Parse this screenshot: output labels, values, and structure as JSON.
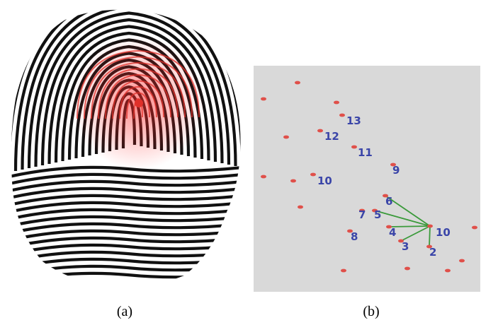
{
  "captions": {
    "a": "(a)",
    "b": "(b)"
  },
  "colors": {
    "ridge": "#111111",
    "core_highlight": "#e0302a",
    "panel_bg": "#d9d9d9",
    "minutia_dot": "#e0504a",
    "minutia_label": "#3a45a8",
    "edge": "#3a9a3a"
  },
  "panel_b": {
    "labeled_minutiae": [
      {
        "id": "13",
        "label": "13"
      },
      {
        "id": "12",
        "label": "12"
      },
      {
        "id": "11",
        "label": "11"
      },
      {
        "id": "10a",
        "label": "10"
      },
      {
        "id": "9",
        "label": "9"
      },
      {
        "id": "6",
        "label": "6"
      },
      {
        "id": "7",
        "label": "7"
      },
      {
        "id": "5",
        "label": "5"
      },
      {
        "id": "8",
        "label": "8"
      },
      {
        "id": "4",
        "label": "4"
      },
      {
        "id": "3",
        "label": "3"
      },
      {
        "id": "2",
        "label": "2"
      },
      {
        "id": "10b",
        "label": "10"
      }
    ],
    "edges_from": "10b",
    "edges_to": [
      "6",
      "5",
      "4",
      "3",
      "2"
    ]
  }
}
